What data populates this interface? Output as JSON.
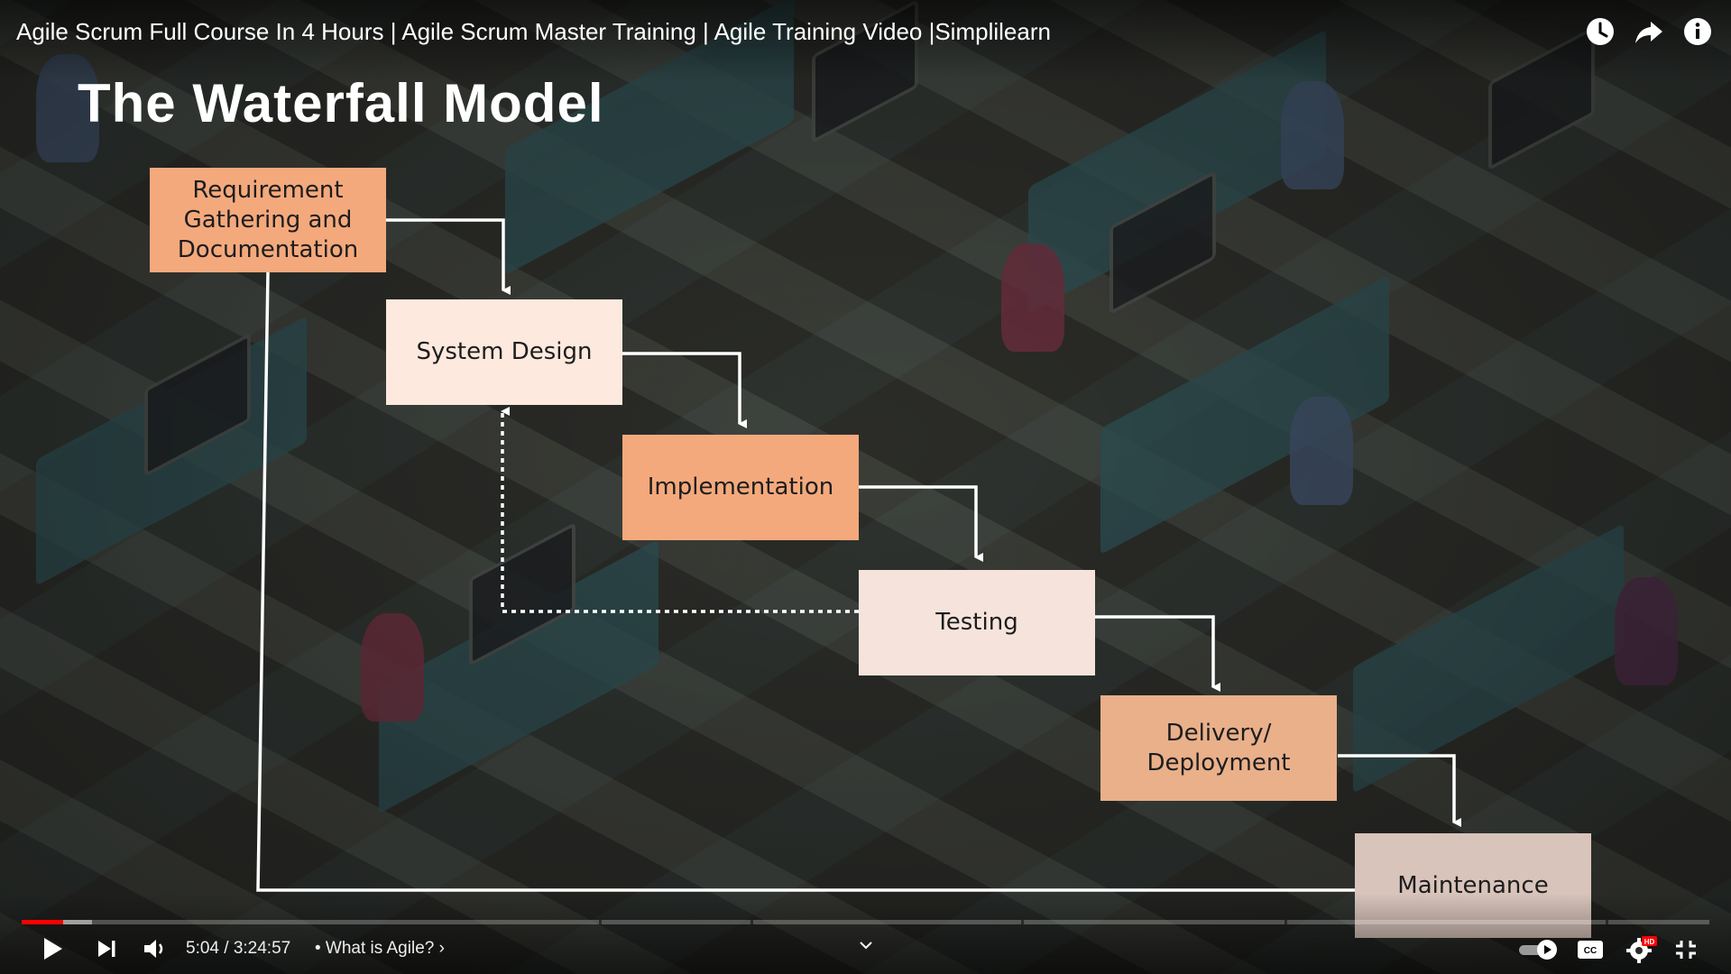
{
  "video": {
    "title": "Agile Scrum Full Course In 4 Hours | Agile Scrum Master Training | Agile Training Video |Simplilearn"
  },
  "slide": {
    "title": "The Waterfall Model",
    "stages": [
      {
        "label": "Requirement Gathering and Documentation",
        "color": "#f4a97c"
      },
      {
        "label": "System Design",
        "color": "#fde9de"
      },
      {
        "label": "Implementation",
        "color": "#f4a97c"
      },
      {
        "label": "Testing",
        "color": "#f6e4dc"
      },
      {
        "label": "Delivery/ Deployment",
        "color": "#e9b08a"
      },
      {
        "label": "Maintenance",
        "color": "#d8c4bb"
      }
    ]
  },
  "player": {
    "current_time": "5:04",
    "duration": "3:24:57",
    "time_display": "5:04 / 3:24:57",
    "chapter_label": "• What is Agile? ›",
    "progress_fraction": 0.0246,
    "accent_color": "#ff0000",
    "hd_badge": "HD",
    "top_icons": [
      "watch-later-icon",
      "share-icon",
      "info-icon"
    ],
    "bottom_icons": [
      "play-icon",
      "next-icon",
      "volume-icon",
      "chevron-down-icon",
      "autoplay-toggle",
      "captions-icon",
      "settings-icon",
      "exit-fullscreen-icon"
    ]
  }
}
